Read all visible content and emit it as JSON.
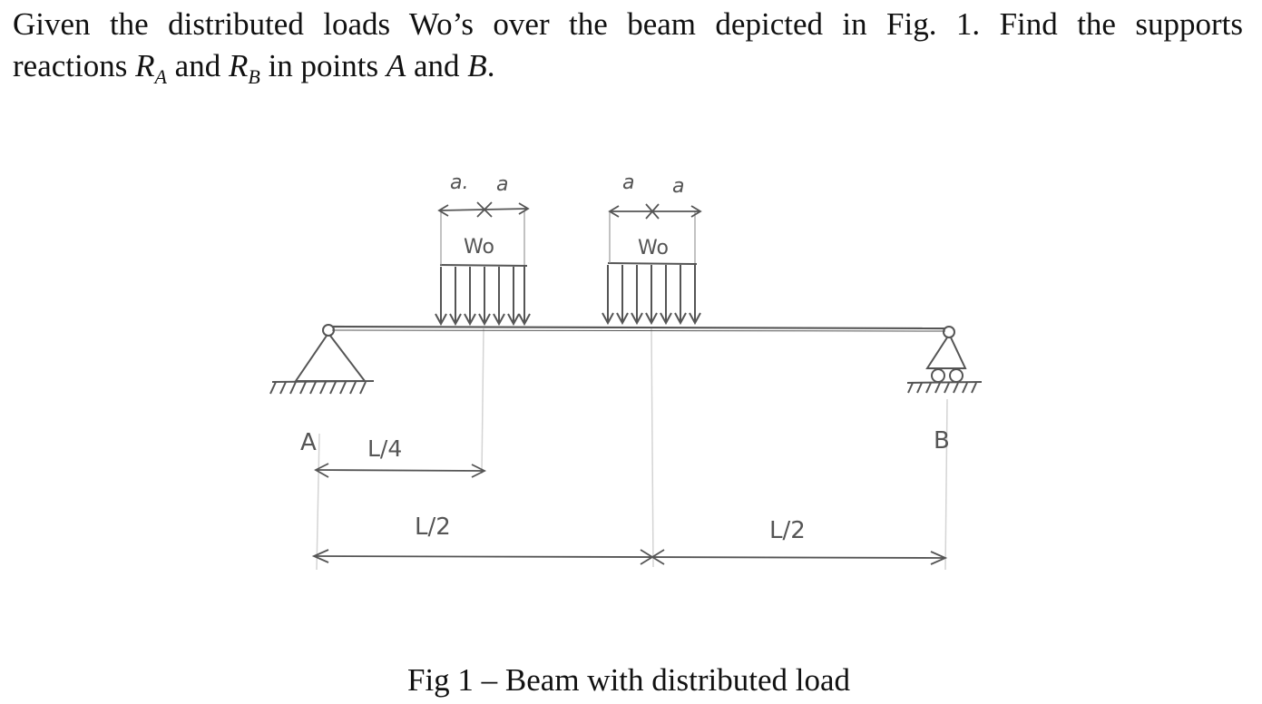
{
  "problem": {
    "line1": "Given the distributed loads Wo’s over the beam depicted in Fig. 1. Find the supports",
    "line2_prefix": "reactions ",
    "ra_symbol": "R",
    "ra_subscript": "A",
    "and1": " and ",
    "rb_symbol": "R",
    "rb_subscript": "B",
    "in_points": " in points ",
    "point_a": "A",
    "and2": " and ",
    "point_b": "B",
    "period": "."
  },
  "figure": {
    "load_1": {
      "label": "Wo",
      "width_labels": [
        "a.",
        "a"
      ]
    },
    "load_2": {
      "label": "Wo",
      "width_labels": [
        "a",
        "a"
      ]
    },
    "support_a_label": "A",
    "support_b_label": "B",
    "dim_quarter": "L/4",
    "dim_half_left": "L/2",
    "dim_half_right": "L/2"
  },
  "caption": "Fig 1 – Beam with distributed load",
  "colors": {
    "text": "#111111",
    "sketch_line": "#555555",
    "construction_line": "#d0d0d0"
  }
}
